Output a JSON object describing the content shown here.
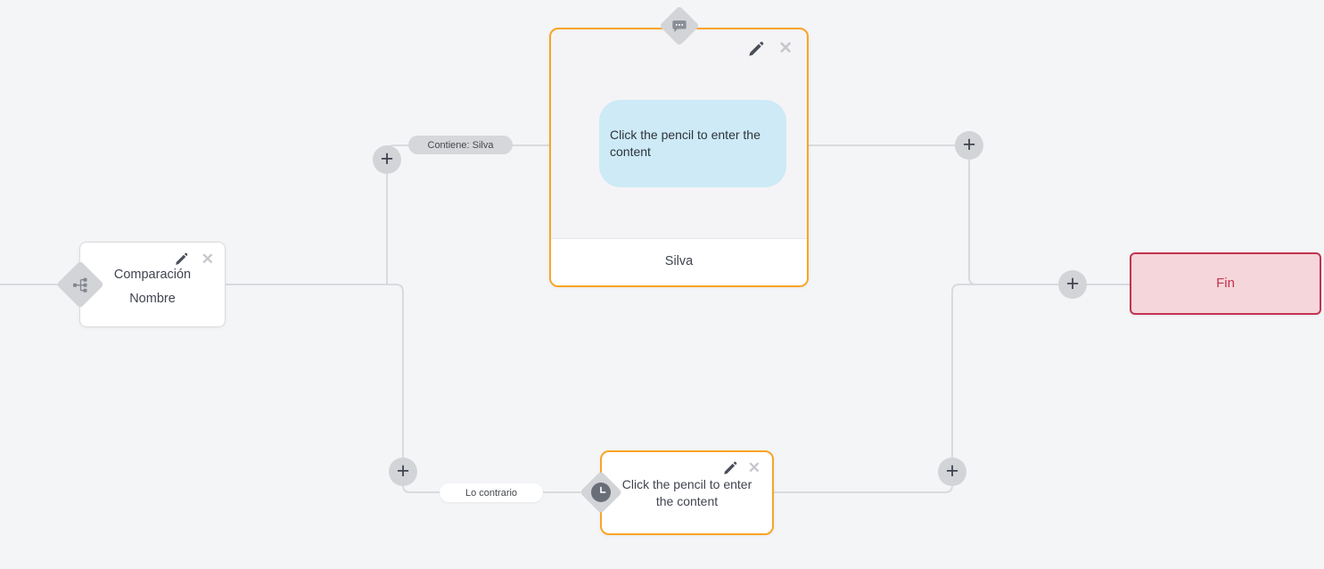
{
  "canvas": {
    "name": "chatbot-flow-builder"
  },
  "colors": {
    "background": "#f4f5f7",
    "wire": "#d9dadd",
    "accent_orange": "#f9a426",
    "bubble_blue": "#cdeaf6",
    "end_background": "#f5d6da",
    "end_accent": "#c23350",
    "badge_gray": "#d2d4d8",
    "text": "#3f4450"
  },
  "icons": {
    "plus": "+",
    "close": "✕"
  },
  "nodes": {
    "condition": {
      "title": "Comparación",
      "subtitle": "Nombre"
    },
    "message": {
      "placeholder": "Click the pencil to enter the content",
      "footer": "Silva"
    },
    "question": {
      "placeholder": "Click the pencil to enter the content"
    },
    "end": {
      "label": "Fin"
    }
  },
  "edges": {
    "output_true_label": "Contiene: Silva",
    "output_false_label": "Lo contrario"
  }
}
